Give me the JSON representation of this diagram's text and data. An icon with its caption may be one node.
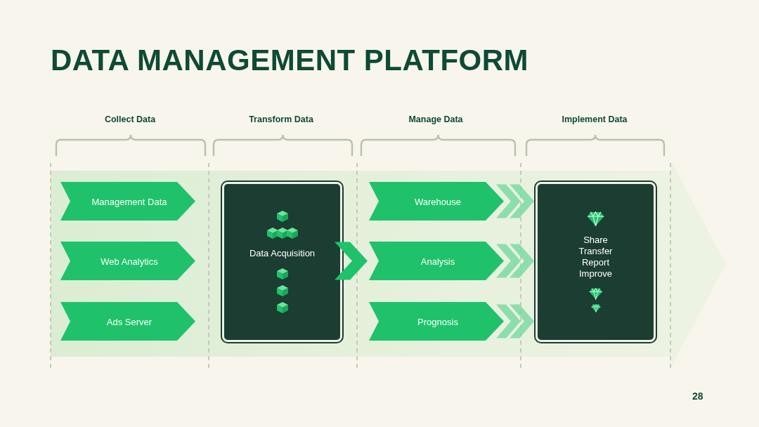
{
  "diagram": {
    "title": "DATA MANAGEMENT PLATFORM",
    "nodes": [
      {
        "text": [
          "Management Data"
        ]
      },
      {
        "text": [
          "Web Analytics"
        ]
      },
      {
        "text": [
          "Ads Server"
        ]
      },
      {
        "text": [
          "Data Acquisition"
        ]
      },
      {
        "text": [
          "Warehouse"
        ]
      },
      {
        "text": [
          "Analysis"
        ]
      },
      {
        "text": [
          "Prognosis"
        ]
      },
      {
        "text": [
          "Share",
          "Transfer",
          "Report",
          "Improve"
        ]
      }
    ],
    "edges": [
      {
        "from": 3,
        "to": 5,
        "arrow": "to",
        "color": "#1fc26a"
      },
      {
        "from": 4,
        "to": 7,
        "arrow": "to"
      },
      {
        "from": 5,
        "to": 7,
        "arrow": "to"
      },
      {
        "from": 6,
        "to": 7,
        "arrow": "to"
      }
    ],
    "labels": [
      "Collect Data",
      "Transform Data",
      "Manage Data",
      "Implement Data",
      "28"
    ]
  }
}
